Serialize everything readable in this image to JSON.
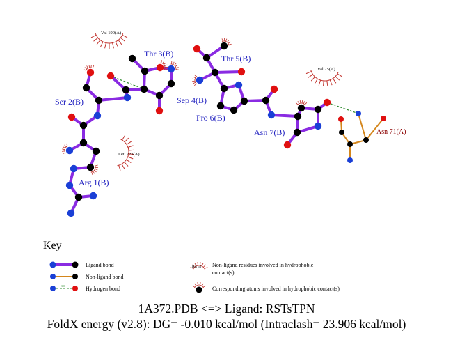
{
  "colors": {
    "ligand_bond": "#8a2be2",
    "nonligand_bond": "#d4861c",
    "hbond": "#2e8b2e",
    "carbon": "#000000",
    "nitrogen": "#1a3fd6",
    "oxygen": "#e01010",
    "hydrophobic": "#c0302a",
    "residue_label": "#2020c0",
    "contact_label": "#8b0000"
  },
  "residues": {
    "ser2": "Ser 2(B)",
    "thr3": "Thr 3(B)",
    "sep4": "Sep 4(B)",
    "thr5": "Thr 5(B)",
    "pro6": "Pro 6(B)",
    "asn7": "Asn 7(B)",
    "arg1": "Arg 1(B)",
    "asn71": "Asn 71(A)"
  },
  "contacts": {
    "val190": "Val 190(A)",
    "val75": "Val 75(A)",
    "leu223": "Leu 223(A)"
  },
  "key": {
    "title": "Key",
    "ligand_bond": "Ligand bond",
    "nonligand_bond": "Non-ligand bond",
    "hydrogen_bond": "Hydrogen bond",
    "hbond_distance": "3.0",
    "example_residue": "His 53",
    "nonligand_residues_line1": "Non-ligand residues involved in hydrophobic",
    "nonligand_residues_line2": "contact(s)",
    "corresponding_atoms": "Corresponding atoms involved in hydrophobic contact(s)"
  },
  "caption": {
    "line1": "1A372.PDB <=> Ligand: RSTsTPN",
    "line2": "FoldX energy (v2.8): DG= -0.010 kcal/mol (Intraclash= 23.906 kcal/mol)"
  }
}
